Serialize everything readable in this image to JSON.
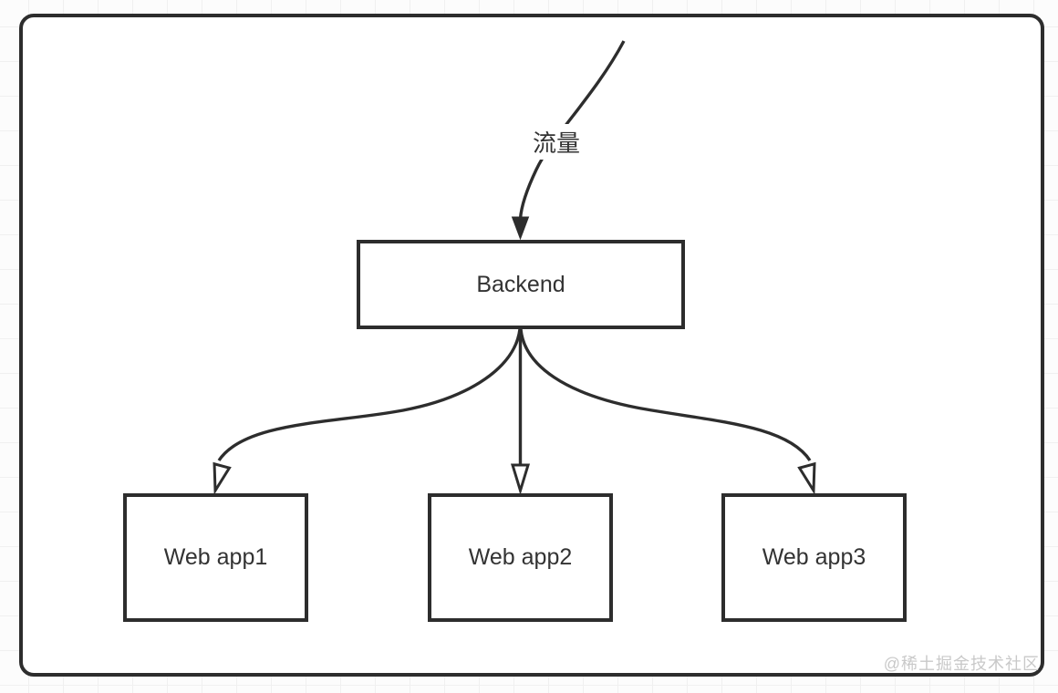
{
  "diagram": {
    "traffic_label": "流量",
    "nodes": {
      "backend": {
        "label": "Backend"
      },
      "webapp1": {
        "label": "Web app1"
      },
      "webapp2": {
        "label": "Web app2"
      },
      "webapp3": {
        "label": "Web app3"
      }
    },
    "edges": [
      {
        "id": "traffic-to-backend",
        "from": "traffic",
        "to": "backend",
        "label": "流量",
        "arrowhead": "solid"
      },
      {
        "id": "backend-to-webapp1",
        "from": "backend",
        "to": "webapp1",
        "arrowhead": "open"
      },
      {
        "id": "backend-to-webapp2",
        "from": "backend",
        "to": "webapp2",
        "arrowhead": "open"
      },
      {
        "id": "backend-to-webapp3",
        "from": "backend",
        "to": "webapp3",
        "arrowhead": "open"
      }
    ],
    "colors": {
      "stroke": "#2d2d2d",
      "node_border": "#2d2d2d",
      "node_fill": "#ffffff",
      "text": "#333333",
      "watermark": "#c9c9c9",
      "grid_line": "#f0f0f0",
      "page_background": "#fcfcfc",
      "canvas_background": "#ffffff"
    }
  },
  "watermark": {
    "text": "@稀土掘金技术社区"
  }
}
